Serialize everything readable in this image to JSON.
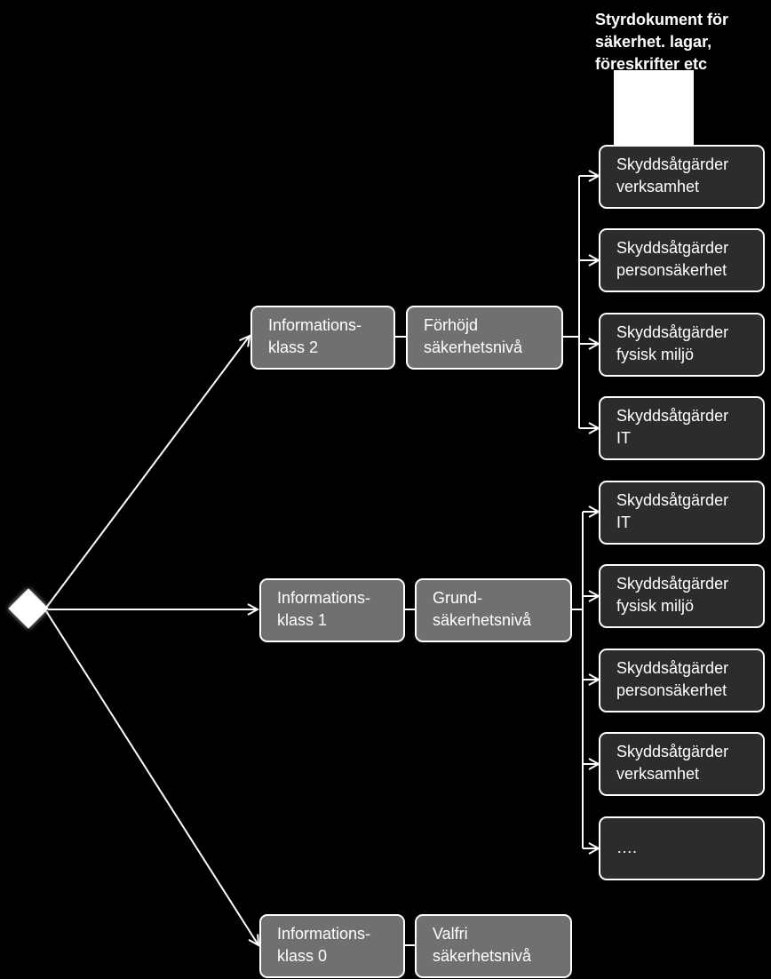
{
  "header": {
    "line1": "Styrdokument för",
    "line2": "säkerhet. lagar,",
    "line3": "föreskrifter etc"
  },
  "classes": [
    {
      "line1": "Informations-",
      "line2": "klass 2"
    },
    {
      "line1": "Informations-",
      "line2": "klass 1"
    },
    {
      "line1": "Informations-",
      "line2": "klass 0"
    }
  ],
  "levels": [
    {
      "line1": "Förhöjd",
      "line2": "säkerhetsnivå"
    },
    {
      "line1": "Grund-",
      "line2": "säkerhetsnivå"
    },
    {
      "line1": "Valfri",
      "line2": "säkerhetsnivå"
    }
  ],
  "measures_upper": [
    {
      "line1": "Skyddsåtgärder",
      "line2": "verksamhet"
    },
    {
      "line1": "Skyddsåtgärder",
      "line2": "personsäkerhet"
    },
    {
      "line1": "Skyddsåtgärder",
      "line2": "fysisk miljö"
    },
    {
      "line1": "Skyddsåtgärder",
      "line2": "IT"
    }
  ],
  "measures_lower": [
    {
      "line1": "Skyddsåtgärder",
      "line2": "IT"
    },
    {
      "line1": "Skyddsåtgärder",
      "line2": "fysisk miljö"
    },
    {
      "line1": "Skyddsåtgärder",
      "line2": "personsäkerhet"
    },
    {
      "line1": "Skyddsåtgärder",
      "line2": "verksamhet"
    },
    {
      "line1": "…."
    }
  ]
}
